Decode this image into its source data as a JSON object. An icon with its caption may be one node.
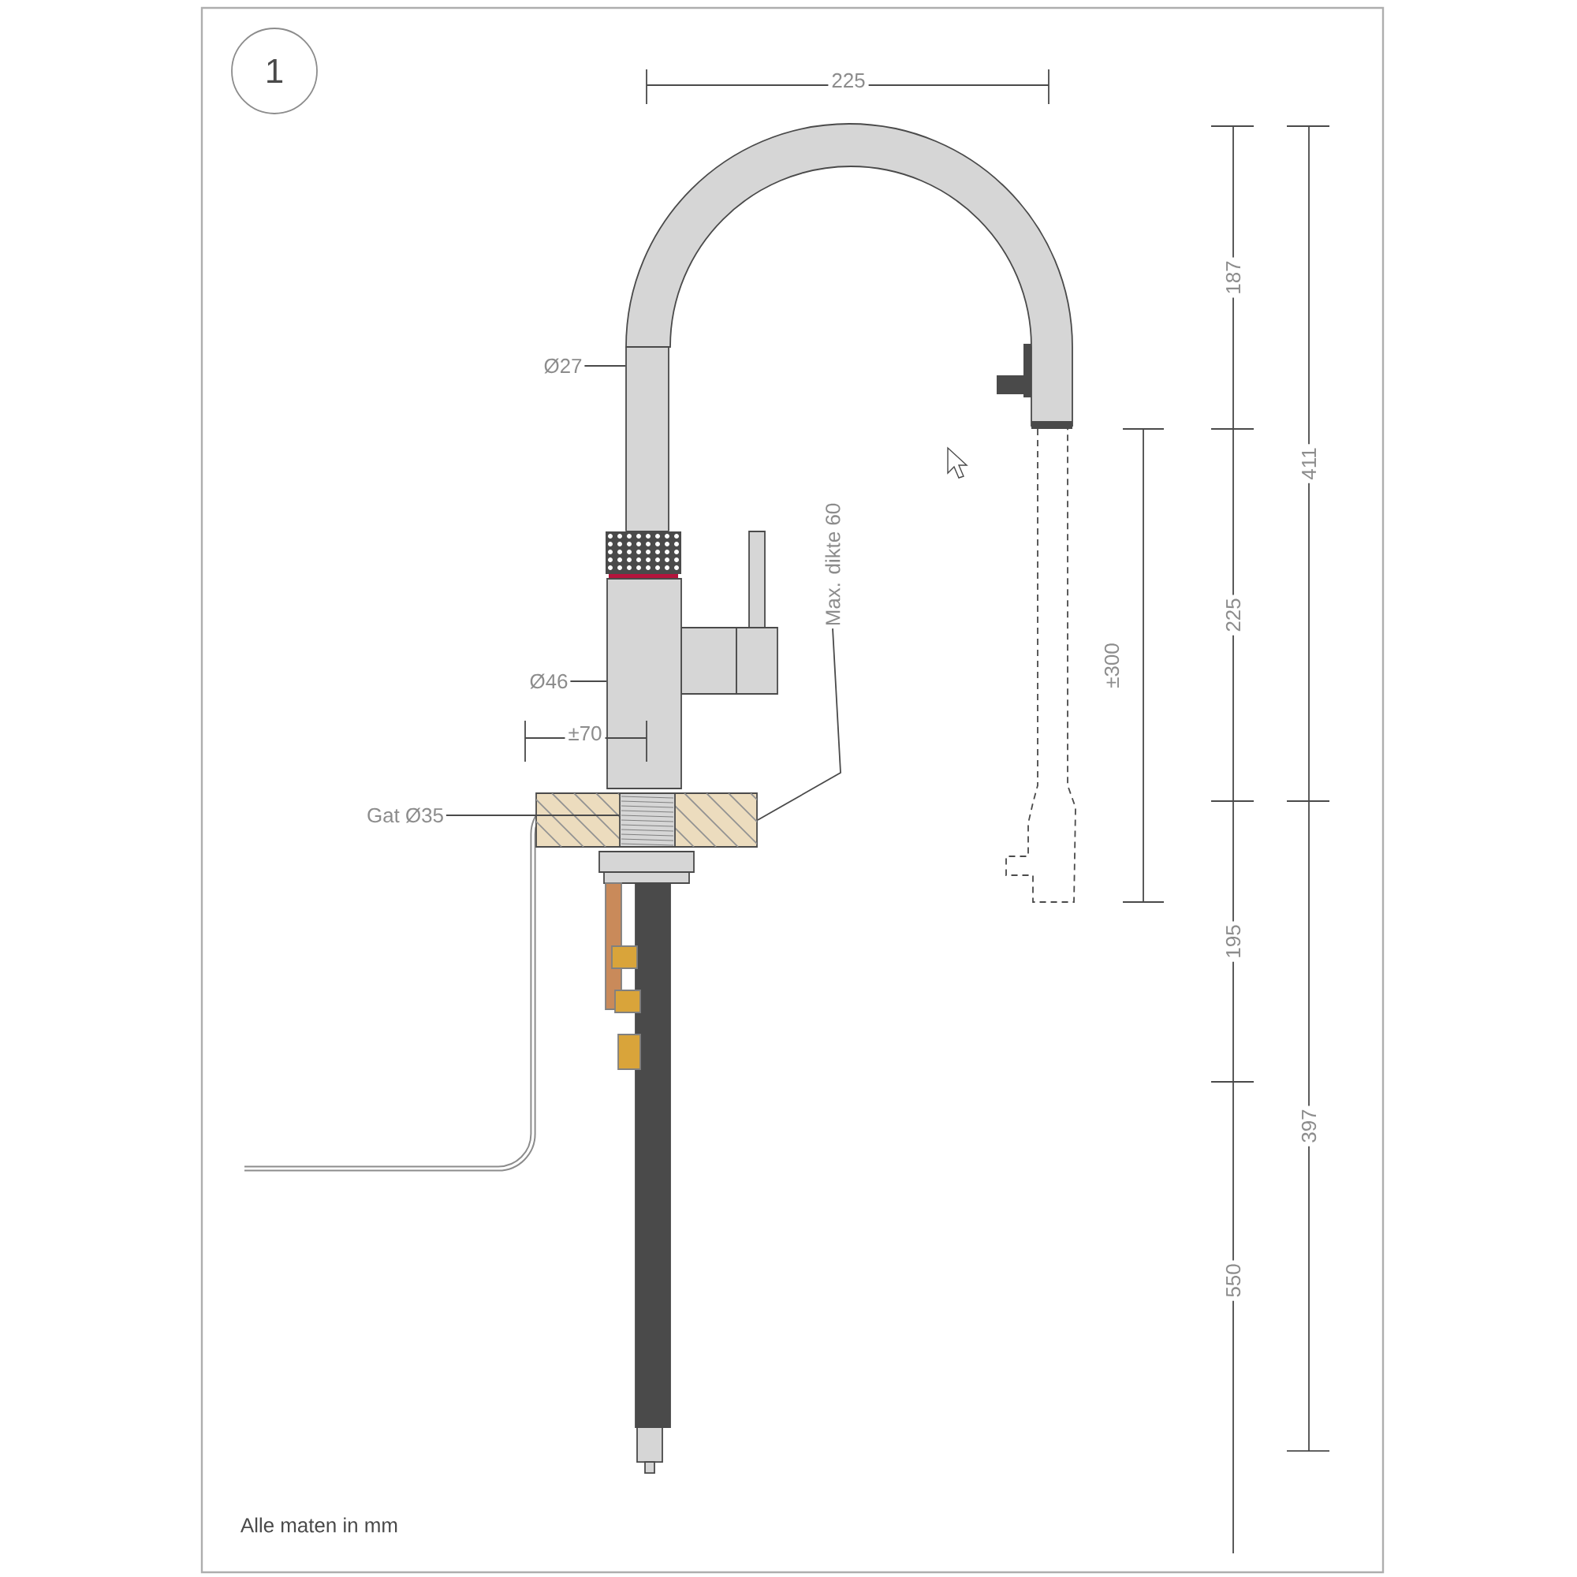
{
  "diagram": {
    "nodes": [
      {
        "text": [
          "1"
        ]
      },
      {
        "text": [
          "Ø27"
        ]
      },
      {
        "text": [],
        "shape": "bar"
      },
      {
        "text": [
          "Ø46"
        ]
      },
      {
        "text": [],
        "shape": "box"
      },
      {
        "text": [
          "Gat Ø35"
        ]
      },
      {
        "text": [],
        "shape": "box"
      },
      {
        "text": [],
        "shape": "box",
        "in": 6
      },
      {
        "text": [
          "Max. dikte 60"
        ]
      }
    ],
    "edges": [
      {
        "from": 1,
        "to": 2,
        "arrow": "none"
      },
      {
        "from": 3,
        "to": 4,
        "arrow": "none"
      },
      {
        "from": 5,
        "to": 7,
        "arrow": "none"
      },
      {
        "from": 8,
        "to": 6,
        "arrow": "none"
      }
    ],
    "labels": [
      "225",
      "±70",
      "±300",
      "187",
      "225",
      "195",
      "550",
      "411",
      "397",
      "Alle maten in mm"
    ]
  }
}
